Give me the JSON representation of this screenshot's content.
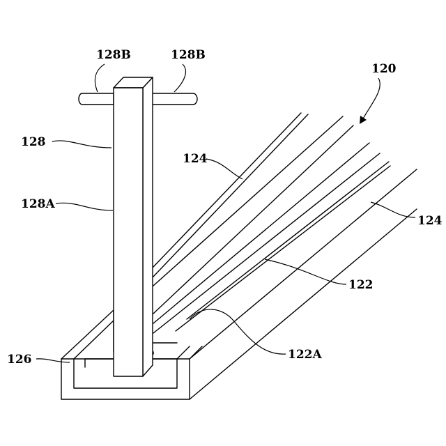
{
  "labels": {
    "l120": "120",
    "l124_top": "124",
    "l124_right": "124",
    "l122": "122",
    "l122A": "122A",
    "l126": "126",
    "l128": "128",
    "l128A": "128A",
    "l128B_left": "128B",
    "l128B_right": "128B"
  }
}
